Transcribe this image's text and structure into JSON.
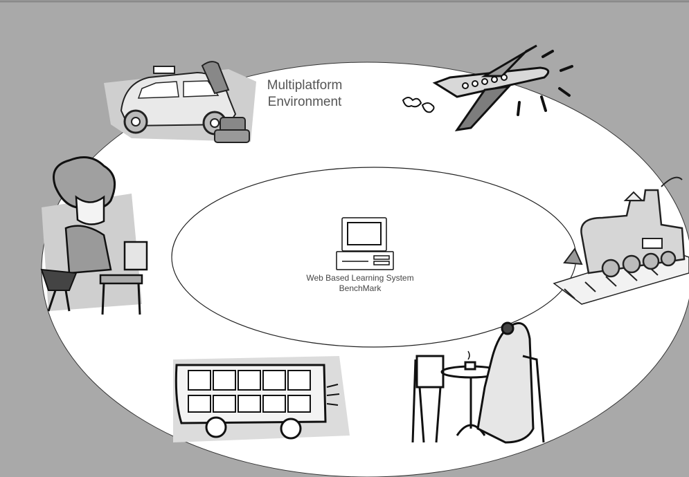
{
  "diagram": {
    "outer_label": {
      "line1": "Multiplatform",
      "line2": "Environment"
    },
    "center": {
      "icon": "desktop-computer-icon",
      "line1": "Web Based Learning System",
      "line2": "BenchMark"
    },
    "illustrations": [
      "taxi-car-icon",
      "airplane-icon",
      "steam-train-icon",
      "cafe-reader-icon",
      "bus-icon",
      "woman-at-computer-icon"
    ],
    "colors": {
      "background": "#a9a9a9",
      "ellipse_fill": "#ffffff",
      "stroke": "#222222"
    }
  }
}
